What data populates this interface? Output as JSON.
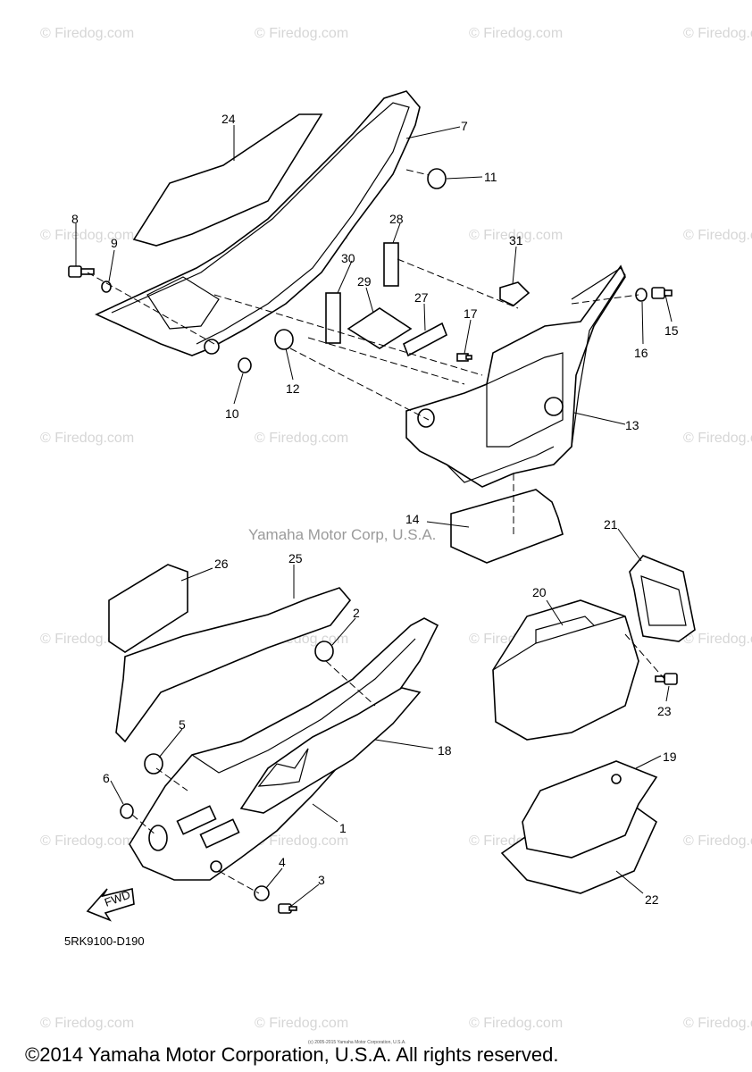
{
  "watermark_text": "© Firedog.com",
  "center_watermark": "Yamaha Motor Corp, U.S.A.",
  "diagram_code": "5RK9100-D190",
  "fwd_label": "FWD",
  "copyright": "©2014 Yamaha Motor Corporation, U.S.A. All rights reserved.",
  "fine_print": "(c) 2005-2015 Yamaha Motor Corporation, U.S.A.",
  "callouts": {
    "p1": "1",
    "p2": "2",
    "p3": "3",
    "p4": "4",
    "p5": "5",
    "p6": "6",
    "p7": "7",
    "p8": "8",
    "p9": "9",
    "p10": "10",
    "p11": "11",
    "p12": "12",
    "p13": "13",
    "p14": "14",
    "p15": "15",
    "p16": "16",
    "p17": "17",
    "p18": "18",
    "p19": "19",
    "p20": "20",
    "p21": "21",
    "p22": "22",
    "p23": "23",
    "p24": "24",
    "p25": "25",
    "p26": "26",
    "p27": "27",
    "p28": "28",
    "p29": "29",
    "p30": "30",
    "p31": "31"
  }
}
